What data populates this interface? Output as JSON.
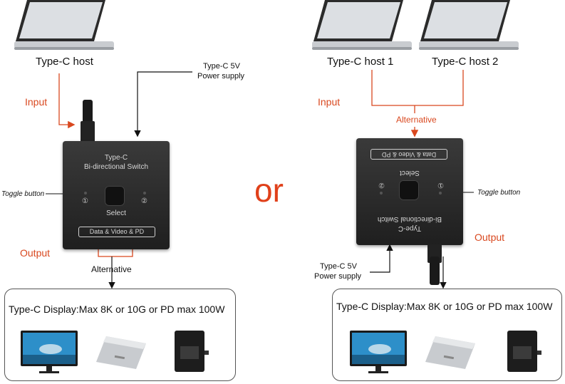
{
  "or_label": "or",
  "left": {
    "host": "Type-C host",
    "input": "Input",
    "power": [
      "Type-C 5V",
      "Power supply"
    ],
    "switch_title": [
      "Type-C",
      "Bi-directional Switch"
    ],
    "toggle": "Toggle button",
    "port1": "①",
    "port2": "②",
    "select": "Select",
    "pill": "Data & Video & PD",
    "output": "Output",
    "alternative": "Alternative",
    "display_title": "Type-C Display:Max 8K or 10G or PD max 100W"
  },
  "right": {
    "host1": "Type-C host 1",
    "host2": "Type-C host 2",
    "input": "Input",
    "alternative": "Alternative",
    "switch_title": [
      "Type-C",
      "Bi-directional Switch"
    ],
    "toggle": "Toggle button",
    "port1": "①",
    "port2": "②",
    "select": "Select",
    "pill": "Data & Video & PD",
    "output": "Output",
    "power": [
      "Type-C 5V",
      "Power supply"
    ],
    "display_title": "Type-C Display:Max 8K or 10G or PD max 100W"
  },
  "colors": {
    "accent": "#d9481f",
    "or": "#e0401a",
    "switch": "#2a2a2a"
  },
  "icons": [
    "laptop-icon",
    "monitor-icon",
    "ssd-icon",
    "dock-icon"
  ]
}
